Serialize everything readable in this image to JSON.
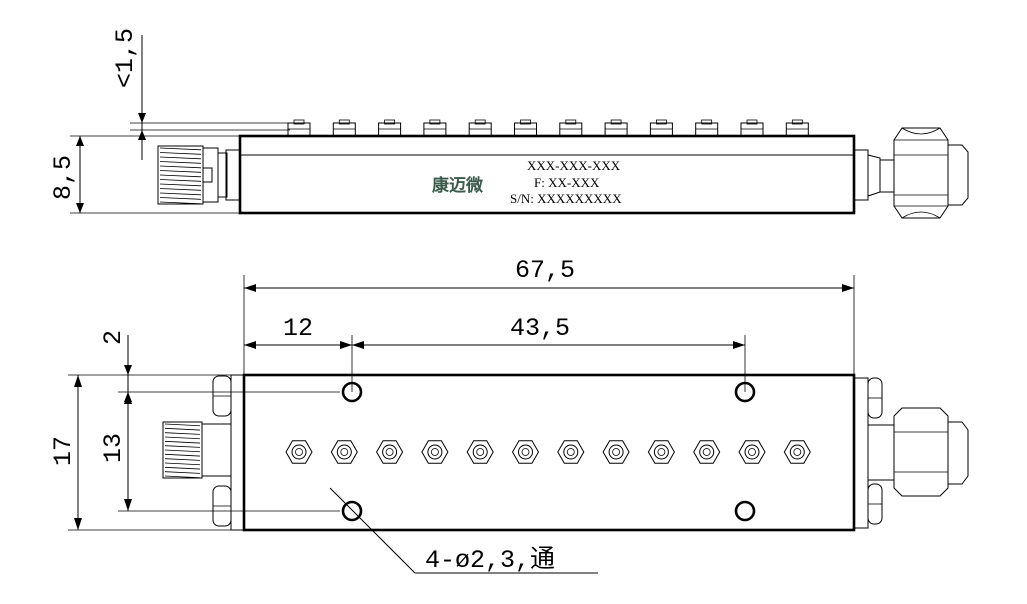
{
  "dimensions": {
    "depth_small": "<1,5",
    "height": "8,5",
    "length": "67,5",
    "hole_offset": "12",
    "hole_pitch": "43,5",
    "hole_edge": "2",
    "width": "17",
    "hole_span": "13",
    "hole_callout": "4-ø2,3,通"
  },
  "label": {
    "brand": "康迈微",
    "model": "XXX-XXX-XXX",
    "frequency": "F: XX-XXX",
    "serial": "S/N: XXXXXXXXX"
  },
  "tuning_screw_count": 12,
  "mounting_hole_count": 4
}
